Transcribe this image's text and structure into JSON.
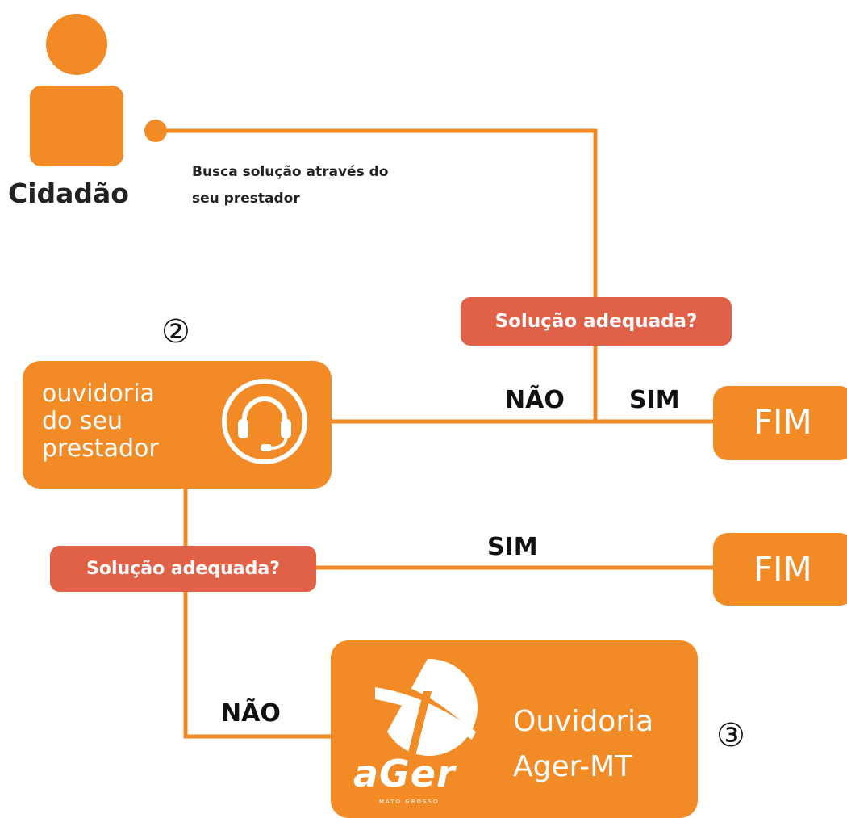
{
  "colors": {
    "orange": "#f28a26",
    "decision_red": "#e06048",
    "line": "#f28a26"
  },
  "citizen": {
    "icon": "person-icon",
    "label": "Cidadão",
    "note_line1": "Busca solução através do",
    "note_line2": "seu prestador"
  },
  "step2": {
    "number": "②",
    "line1": "ouvidoria",
    "line2": "do seu",
    "line3": "prestador",
    "icon": "headset-icon"
  },
  "decision1": {
    "label": "Solução adequada?",
    "no_label": "NÃO",
    "yes_label": "SIM"
  },
  "end1": {
    "label": "FIM"
  },
  "decision2": {
    "label": "Solução adequada?",
    "no_label": "NÃO",
    "yes_label": "SIM"
  },
  "end2": {
    "label": "FIM"
  },
  "step3": {
    "number": "③",
    "line1": "Ouvidoria",
    "line2": "Ager-MT",
    "logo_text": "aGer",
    "logo_subtext": "MATO GROSSO",
    "icon": "ager-logo-icon"
  }
}
